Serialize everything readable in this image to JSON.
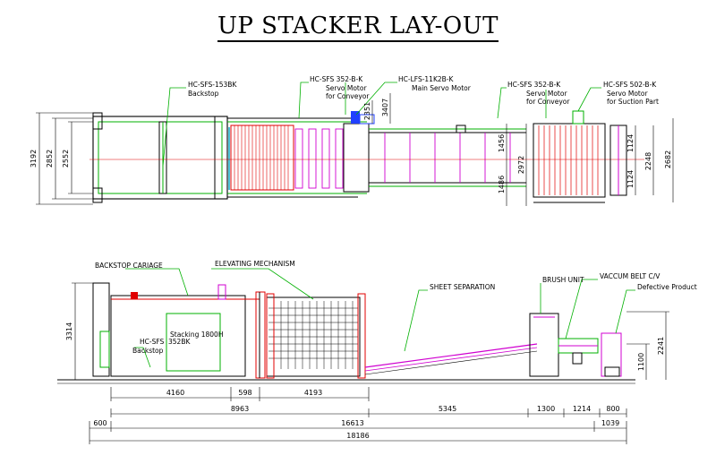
{
  "title": "UP STACKER LAY-OUT",
  "plan": {
    "callouts": {
      "backstop_model": "HC-SFS-153BK",
      "backstop_name": "Backstop",
      "servo1_model": "HC-SFS 352-B-K",
      "servo1_name1": "Servo Motor",
      "servo1_name2": "for Conveyor",
      "main_model": "HC-LFS-11K2B-K",
      "main_name": "Main Servo Motor",
      "servo2_model": "HC-SFS 352-B-K",
      "servo2_name1": "Servo Motor",
      "servo2_name2": "for Conveyor",
      "suction_model": "HC-SFS 502-B-K",
      "suction_name1": "Servo Motor",
      "suction_name2": "for Suction Part"
    },
    "dims": {
      "d3192": "3192",
      "d2852": "2852",
      "d2552": "2552",
      "d2351": "2351",
      "d3407": "3407",
      "d1456": "1456",
      "d2972": "2972",
      "d1486": "1486",
      "d1124a": "1124",
      "d1124b": "1124",
      "d2248": "2248",
      "d2682": "2682"
    }
  },
  "elevation": {
    "callouts": {
      "backstop_cariage": "BACKSTOP CARIAGE",
      "elevating": "ELEVATING MECHANISM",
      "sheet_separation": "SHEET SEPARATION",
      "brush_unit": "BRUSH UNIT",
      "vaccum_belt": "VACCUM BELT C/V",
      "defective": "Defective Product",
      "stacking": "Stacking 1800H",
      "backstop_model": "HC-SFS",
      "backstop_model2": "352BK",
      "backstop_name": "Backstop"
    },
    "dims": {
      "d3314": "3314",
      "d2241": "2241",
      "d1100": "1100",
      "d4160": "4160",
      "d598": "598",
      "d4193": "4193",
      "d8963": "8963",
      "d5345": "5345",
      "d1300": "1300",
      "d1214": "1214",
      "d800": "800",
      "d600": "600",
      "d16613": "16613",
      "d1039": "1039",
      "d18186": "18186"
    }
  },
  "colors": {
    "frame_green": "#00b000",
    "frame_red": "#e00000",
    "accent_magenta": "#d000d0",
    "accent_blue": "#2040ff",
    "accent_cyan": "#00a8c8"
  }
}
